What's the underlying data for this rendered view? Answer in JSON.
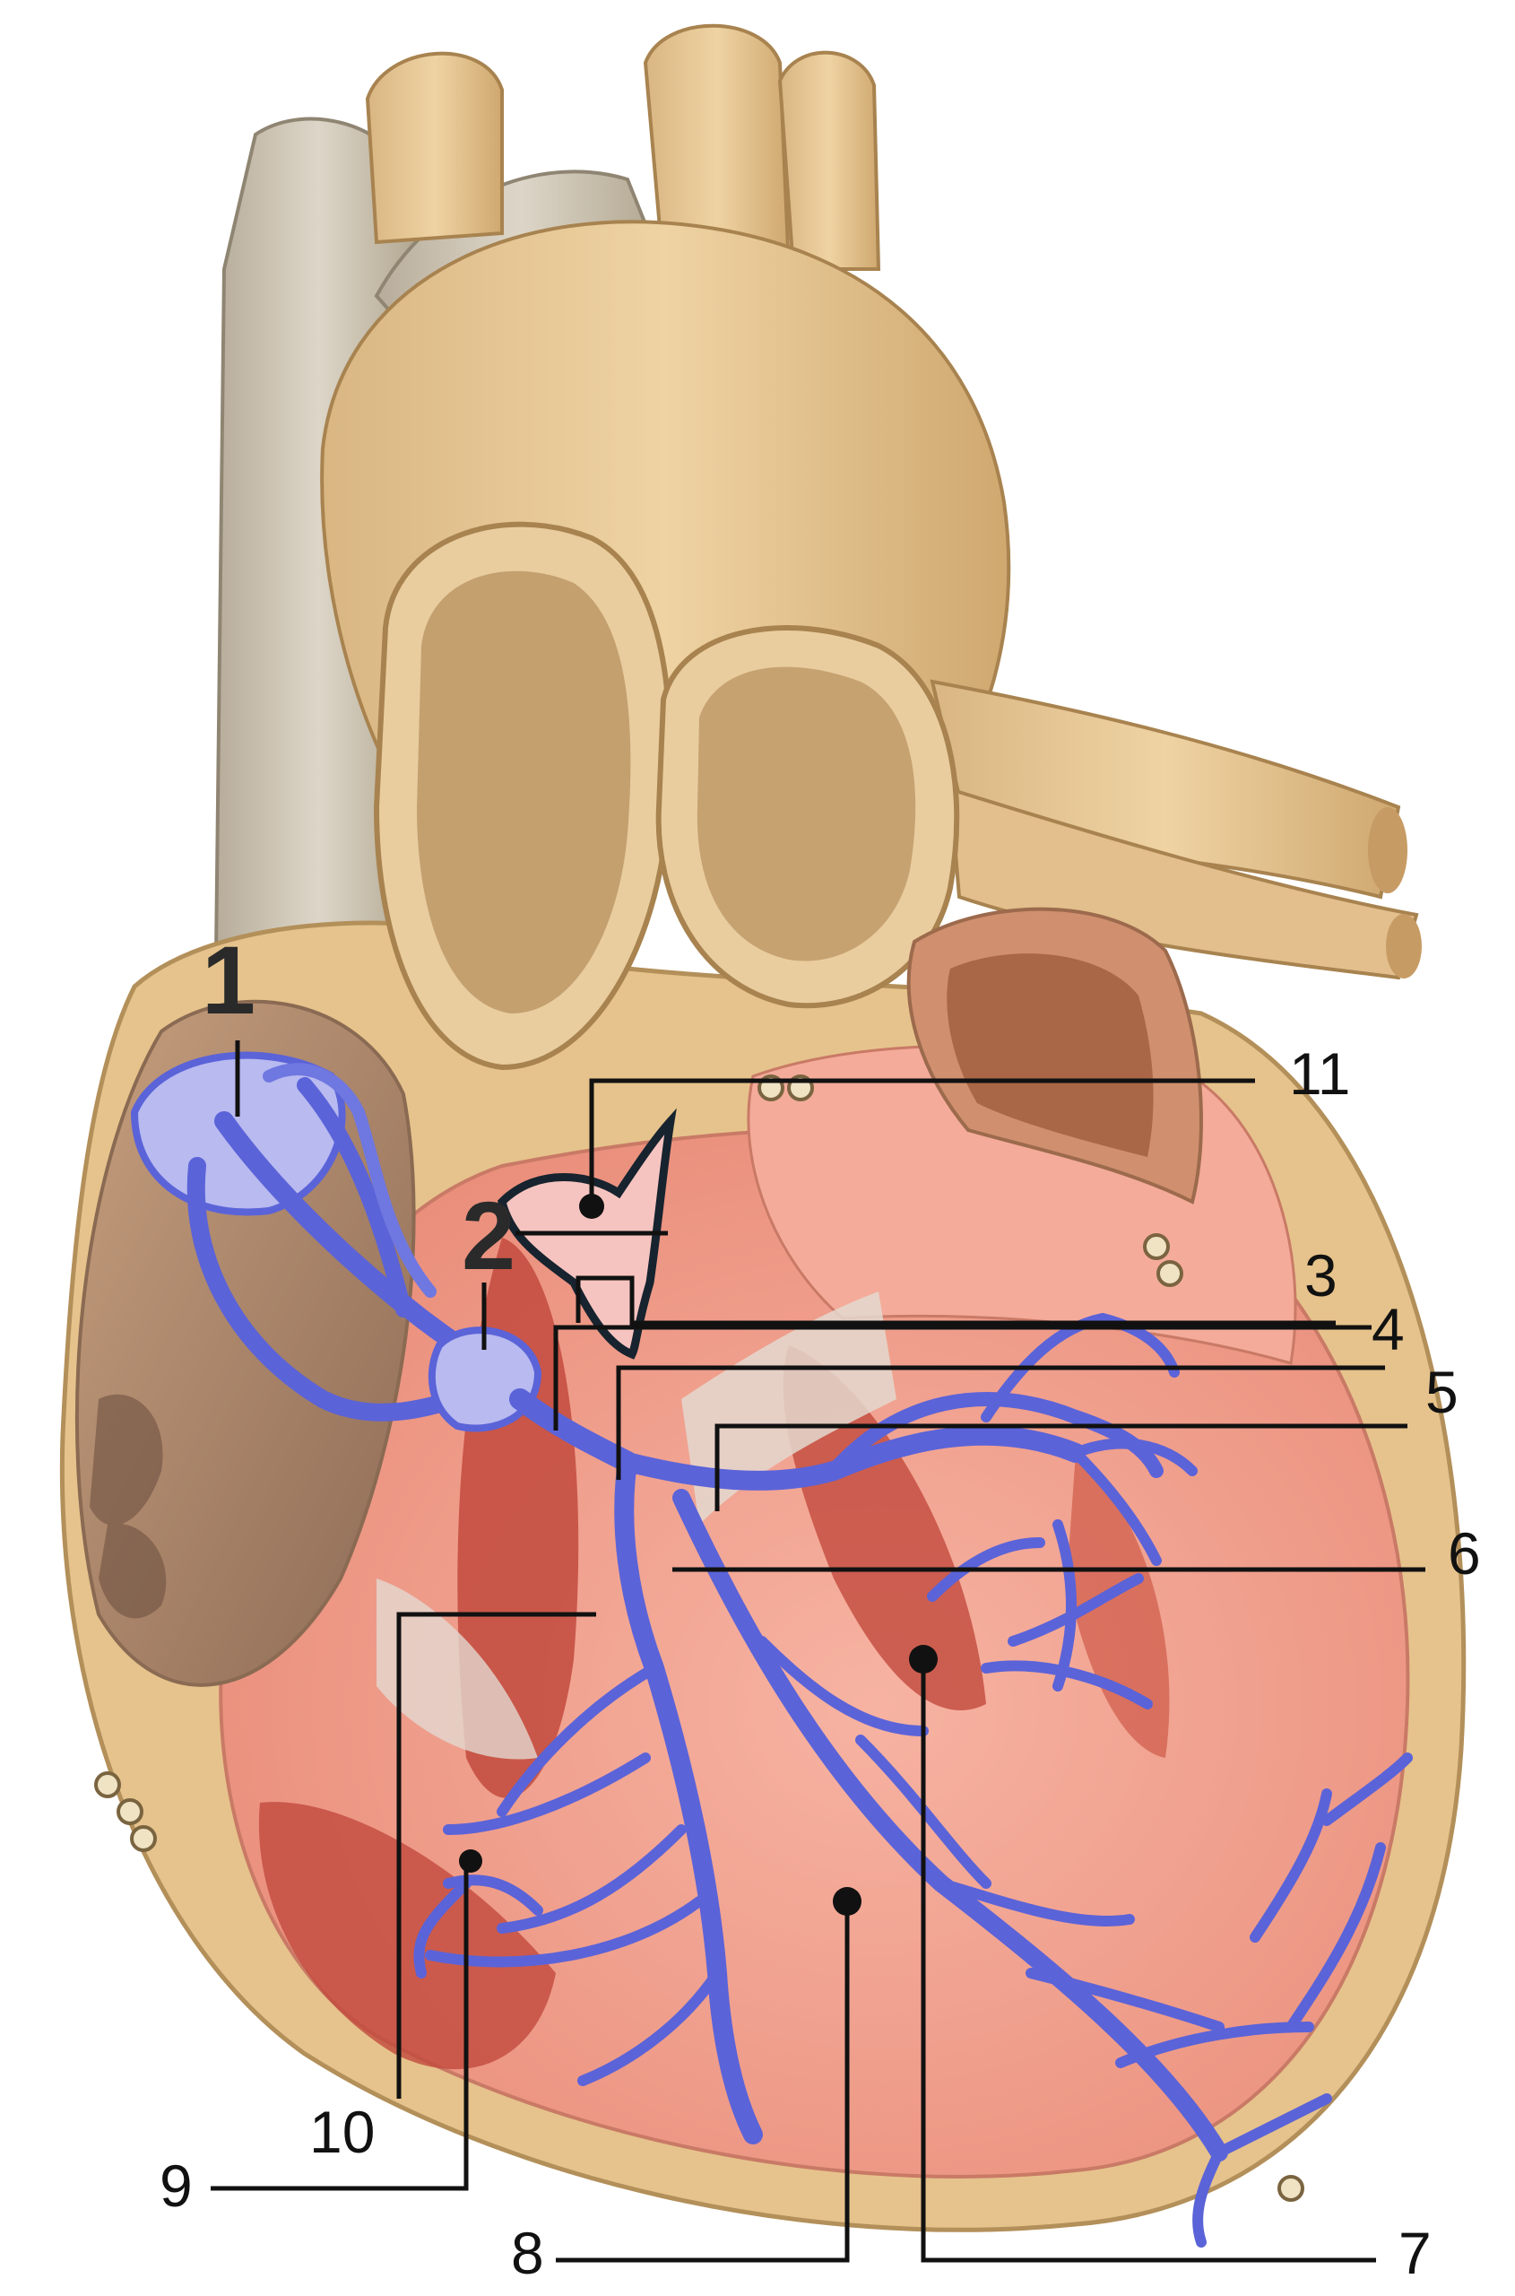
{
  "labels": {
    "l1": "1",
    "l2": "2",
    "l3": "3",
    "l4": "4",
    "l5": "5",
    "l6": "6",
    "l7": "7",
    "l8": "8",
    "l9": "9",
    "l10": "10",
    "l11": "11"
  },
  "colors": {
    "background": "#ffffff",
    "heart_outer": "#e3bf8a",
    "vessel_grey": "#c9c1b2",
    "myocardium": "#f2a08f",
    "muscle_dark": "#c9473b",
    "conduction_system": "#5b63d8",
    "av_node_highlight": "#f6c4c0",
    "leader_line": "#111111"
  }
}
